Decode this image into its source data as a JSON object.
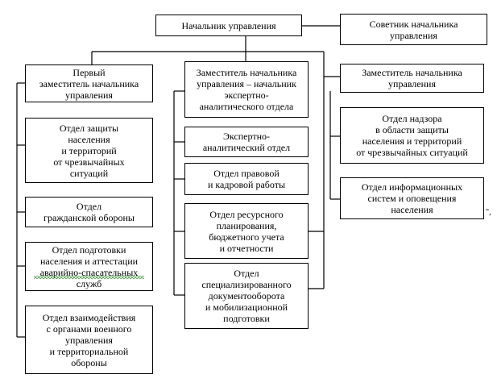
{
  "diagram": {
    "head": "Начальник управления",
    "advisor": "Советник начальника\nуправления",
    "col1": {
      "deputy": "Первый\nзаместитель начальника\nуправления",
      "dept1": "Отдел защиты\nнаселения\nи территорий\nот чрезвычайных\nситуаций",
      "dept2": "Отдел\nгражданской обороны",
      "dept3": "Отдел подготовки\nнаселения и аттестации\nаварийно-спасательных\nслужб",
      "dept4": "Отдел взаимодействия\nс органами военного\nуправления\nи территориальной\nобороны"
    },
    "col2": {
      "deputy": "Заместитель начальника\nуправления – начальник\nэкспертно-\nаналитического отдела",
      "dept1": "Экспертно-\nаналитический отдел",
      "dept2": "Отдел правовой\nи кадровой работы",
      "dept3": "Отдел ресурсного\nпланирования,\nбюджетного учета\nи отчетности",
      "dept4": "Отдел\nспециализированного\nдокументооборота\nи мобилизационной\nподготовки"
    },
    "col3": {
      "deputy": "Заместитель начальника\nуправления",
      "dept1": "Отдел надзора\nв области защиты\nнаселения и территорий\nот чрезвычайных ситуаций",
      "dept2": "Отдел информационных\nсистем и оповещения\nнаселения"
    },
    "mark": "\",",
    "colors": {
      "line": "#000000",
      "spellcheck": "#3a9a3a"
    }
  }
}
